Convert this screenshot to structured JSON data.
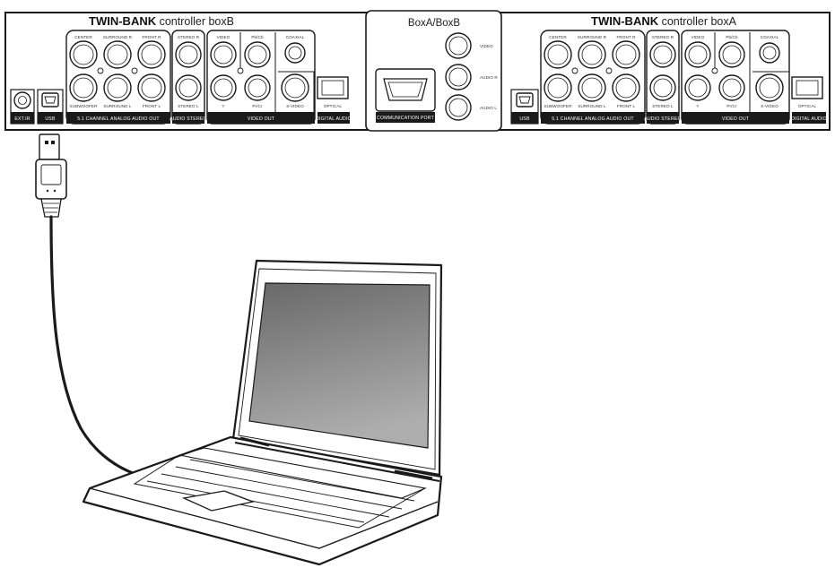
{
  "boxB": {
    "title_bold": "TWIN-BANK",
    "title_rest": " controller boxB",
    "jack_top_labels": [
      "CENTER",
      "SURROUND R",
      "FRONT R"
    ],
    "jack_bottom_labels": [
      "SUBWOOFER",
      "SURROUND L",
      "FRONT L"
    ],
    "stereo_top": "STEREO R",
    "stereo_bottom": "STEREO L",
    "video_top_labels": [
      "VIDEO",
      "Pb/Cb"
    ],
    "video_bottom_labels": [
      "Y",
      "Pr/Cr"
    ],
    "coaxial_label": "COAXIAL",
    "svideo_label": "S-VIDEO",
    "optical_label": "OPTICAL",
    "ext_label": "EXT.IR",
    "usb_label": "USB",
    "strip_surround": "5.1 CHANNEL ANALOG AUDIO OUT",
    "strip_audio": "AUDIO STEREO",
    "strip_video": "VIDEO OUT",
    "strip_digital": "DIGITAL AUDIO"
  },
  "middle": {
    "title": "BoxA/BoxB",
    "port_labels": [
      "VIDEO",
      "AUDIO R",
      "AUDIO L"
    ],
    "com_label": "COMMUNICATION PORT"
  },
  "boxA": {
    "title_bold": "TWIN-BANK",
    "title_rest": " controller boxA",
    "jack_top_labels": [
      "CENTER",
      "SURROUND R",
      "FRONT R"
    ],
    "jack_bottom_labels": [
      "SUBWOOFER",
      "SURROUND L",
      "FRONT L"
    ],
    "stereo_top": "STEREO R",
    "stereo_bottom": "STEREO L",
    "video_top_labels": [
      "VIDEO",
      "Pb/Cb"
    ],
    "video_bottom_labels": [
      "Y",
      "Pr/Cr"
    ],
    "coaxial_label": "COAXIAL",
    "svideo_label": "S-VIDEO",
    "optical_label": "OPTICAL",
    "usb_label": "USB",
    "strip_surround": "5.1 CHANNEL ANALOG AUDIO OUT",
    "strip_audio": "AUDIO STEREO",
    "strip_video": "VIDEO OUT",
    "strip_digital": "DIGITAL AUDIO"
  },
  "colors": {
    "line": "#1a1a1a",
    "screen_top": "#6a6a6a",
    "screen_bottom": "#a9a9a9",
    "panel_fill": "#ffffff"
  }
}
